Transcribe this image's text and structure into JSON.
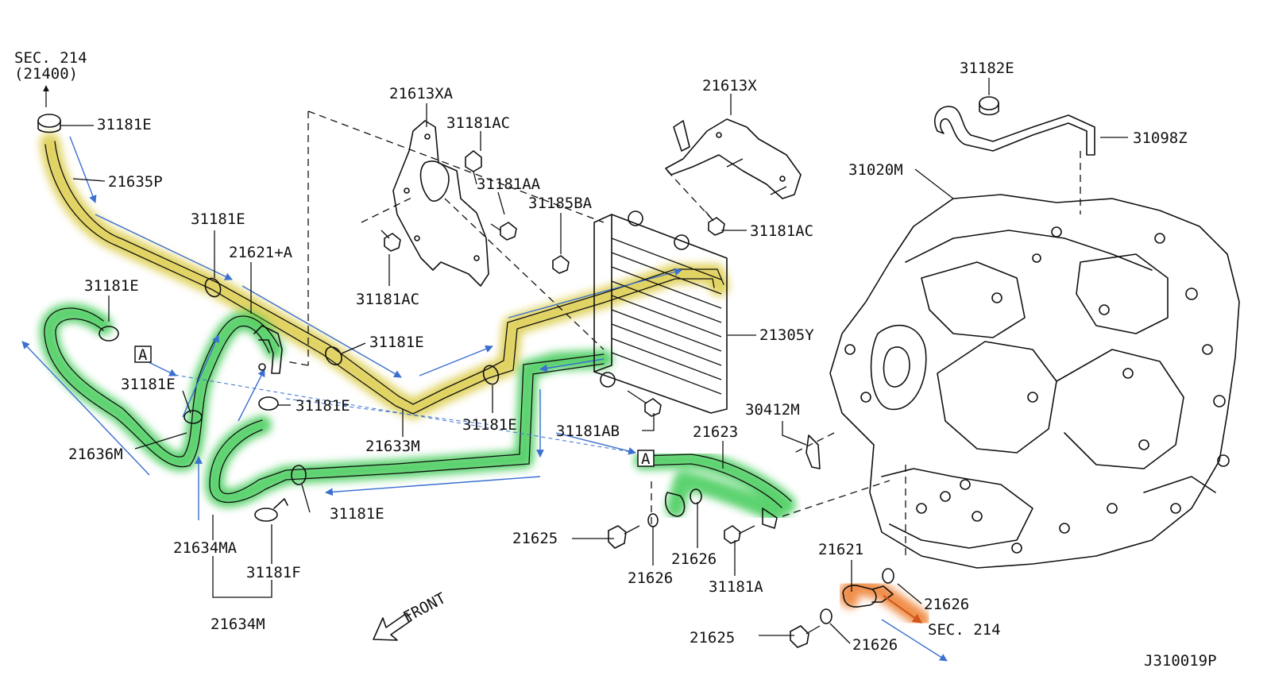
{
  "colors": {
    "feed_hose": "#d7c52e",
    "return_hose": "#25c43f",
    "drain_pipe": "#ee7b2a",
    "flow_arrow": "#3b6fd0",
    "line": "#111111"
  },
  "labels": {
    "sec214_top": "SEC. 214",
    "sec214_top_ref": "(21400)",
    "c31181E_top": "31181E",
    "p21635P": "21635P",
    "c31181E_a": "31181E",
    "p21621A": "21621+A",
    "c31181E_b": "31181E",
    "c31181E_c": "31181E",
    "c31181E_d": "31181E",
    "c31181E_e": "31181E",
    "c31181E_f": "31181E",
    "c31181E_g": "31181E",
    "p21636M": "21636M",
    "p21633M": "21633M",
    "p21634MA": "21634MA",
    "c31181F": "31181F",
    "p21634M": "21634M",
    "b21613XA": "21613XA",
    "b31181AC_1": "31181AC",
    "b31181AA": "31181AA",
    "b31181AC_2": "31181AC",
    "b31185BA": "31185BA",
    "b21613X": "21613X",
    "b31181AC_3": "31181AC",
    "p21305Y": "21305Y",
    "b31181AB": "31181AB",
    "p21623": "21623",
    "p30412M": "30412M",
    "p21625_a": "21625",
    "p21626_a": "21626",
    "p21626_b": "21626",
    "b31181A": "31181A",
    "c31182E": "31182E",
    "p31098Z": "31098Z",
    "p31020M": "31020M",
    "p21621": "21621",
    "p21626_c": "21626",
    "sec214_bottom": "SEC. 214",
    "p21625_b": "21625",
    "p21626_d": "21626",
    "front": "FRONT",
    "connector_a1": "A",
    "connector_a2": "A",
    "drawing_id": "J310019P"
  }
}
